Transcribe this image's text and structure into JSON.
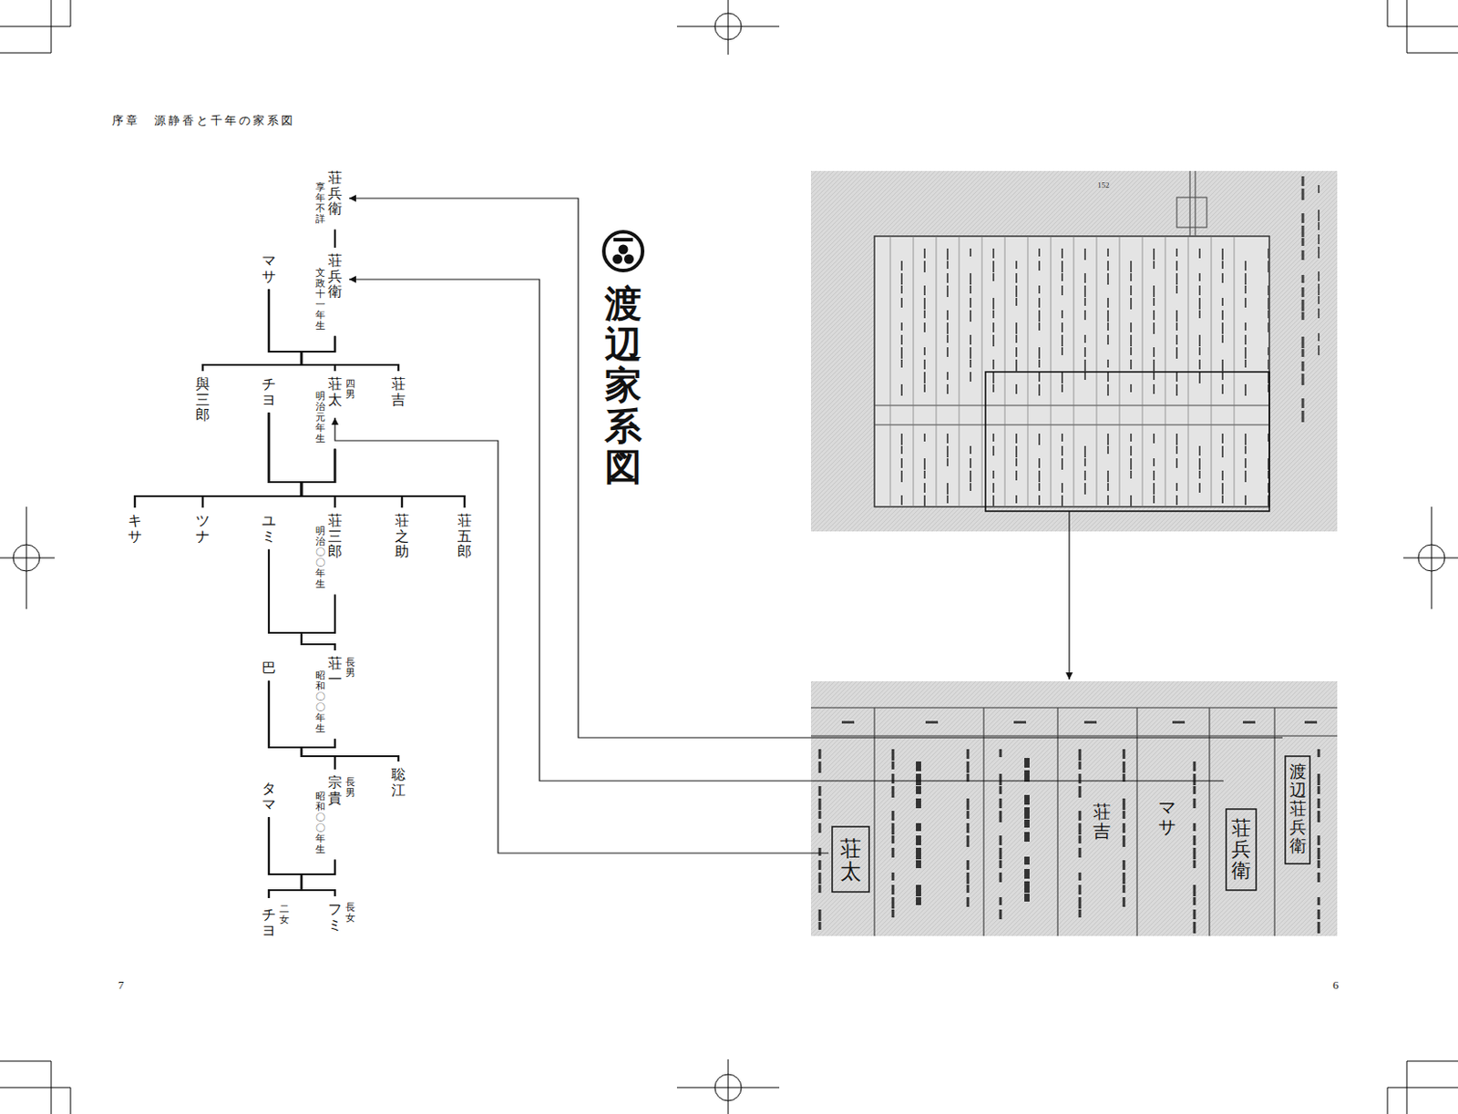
{
  "diagram": {
    "title": "渡辺家系図",
    "nodes": [
      {
        "text": [
          "荘兵衛",
          "享年不詳"
        ]
      },
      {
        "text": [
          "マサ"
        ]
      },
      {
        "text": [
          "荘兵衛",
          "文政十一年生"
        ]
      },
      {
        "text": [
          "與三郎"
        ]
      },
      {
        "text": [
          "チヨ"
        ]
      },
      {
        "text": [
          "荘太",
          "四男",
          "明治元年生"
        ]
      },
      {
        "text": [
          "荘吉"
        ]
      },
      {
        "text": [
          "キサ"
        ]
      },
      {
        "text": [
          "ツナ"
        ]
      },
      {
        "text": [
          "ユミ"
        ]
      },
      {
        "text": [
          "荘三郎",
          "明治〇〇年生"
        ]
      },
      {
        "text": [
          "荘之助"
        ]
      },
      {
        "text": [
          "荘五郎"
        ]
      },
      {
        "text": [
          "巴"
        ]
      },
      {
        "text": [
          "荘一",
          "長男",
          "昭和〇〇年生"
        ]
      },
      {
        "text": [
          "タマ"
        ]
      },
      {
        "text": [
          "宗貴",
          "長男",
          "昭和〇〇年生"
        ]
      },
      {
        "text": [
          "聡江"
        ]
      },
      {
        "text": [
          "チヨ",
          "二女"
        ]
      },
      {
        "text": [
          "フミ",
          "長女"
        ]
      }
    ],
    "edges": [
      {
        "from": 0,
        "to": 2,
        "arrow": "none"
      },
      {
        "from": 1,
        "to": 3,
        "arrow": "none"
      },
      {
        "from": 1,
        "to": 5,
        "arrow": "none"
      },
      {
        "from": 1,
        "to": 6,
        "arrow": "none"
      },
      {
        "from": 2,
        "to": 3,
        "arrow": "none"
      },
      {
        "from": 2,
        "to": 5,
        "arrow": "none"
      },
      {
        "from": 2,
        "to": 6,
        "arrow": "none"
      },
      {
        "from": 4,
        "to": 7,
        "arrow": "none"
      },
      {
        "from": 4,
        "to": 8,
        "arrow": "none"
      },
      {
        "from": 4,
        "to": 10,
        "arrow": "none"
      },
      {
        "from": 4,
        "to": 11,
        "arrow": "none"
      },
      {
        "from": 4,
        "to": 12,
        "arrow": "none"
      },
      {
        "from": 5,
        "to": 7,
        "arrow": "none"
      },
      {
        "from": 5,
        "to": 8,
        "arrow": "none"
      },
      {
        "from": 5,
        "to": 10,
        "arrow": "none"
      },
      {
        "from": 5,
        "to": 11,
        "arrow": "none"
      },
      {
        "from": 5,
        "to": 12,
        "arrow": "none"
      },
      {
        "from": 9,
        "to": 14,
        "arrow": "none"
      },
      {
        "from": 10,
        "to": 14,
        "arrow": "none"
      },
      {
        "from": 13,
        "to": 16,
        "arrow": "none"
      },
      {
        "from": 13,
        "to": 17,
        "arrow": "none"
      },
      {
        "from": 14,
        "to": 16,
        "arrow": "none"
      },
      {
        "from": 14,
        "to": 17,
        "arrow": "none"
      },
      {
        "from": 15,
        "to": 18,
        "arrow": "none"
      },
      {
        "from": 15,
        "to": 19,
        "arrow": "none"
      },
      {
        "from": 16,
        "to": 18,
        "arrow": "none"
      },
      {
        "from": 16,
        "to": 19,
        "arrow": "none"
      }
    ],
    "labels": [
      "序章　源静香と千年の家系図",
      "7",
      "6",
      "152",
      "荘太",
      "荘吉",
      "マサ",
      "荘兵衛",
      "渡辺荘兵衛"
    ]
  }
}
